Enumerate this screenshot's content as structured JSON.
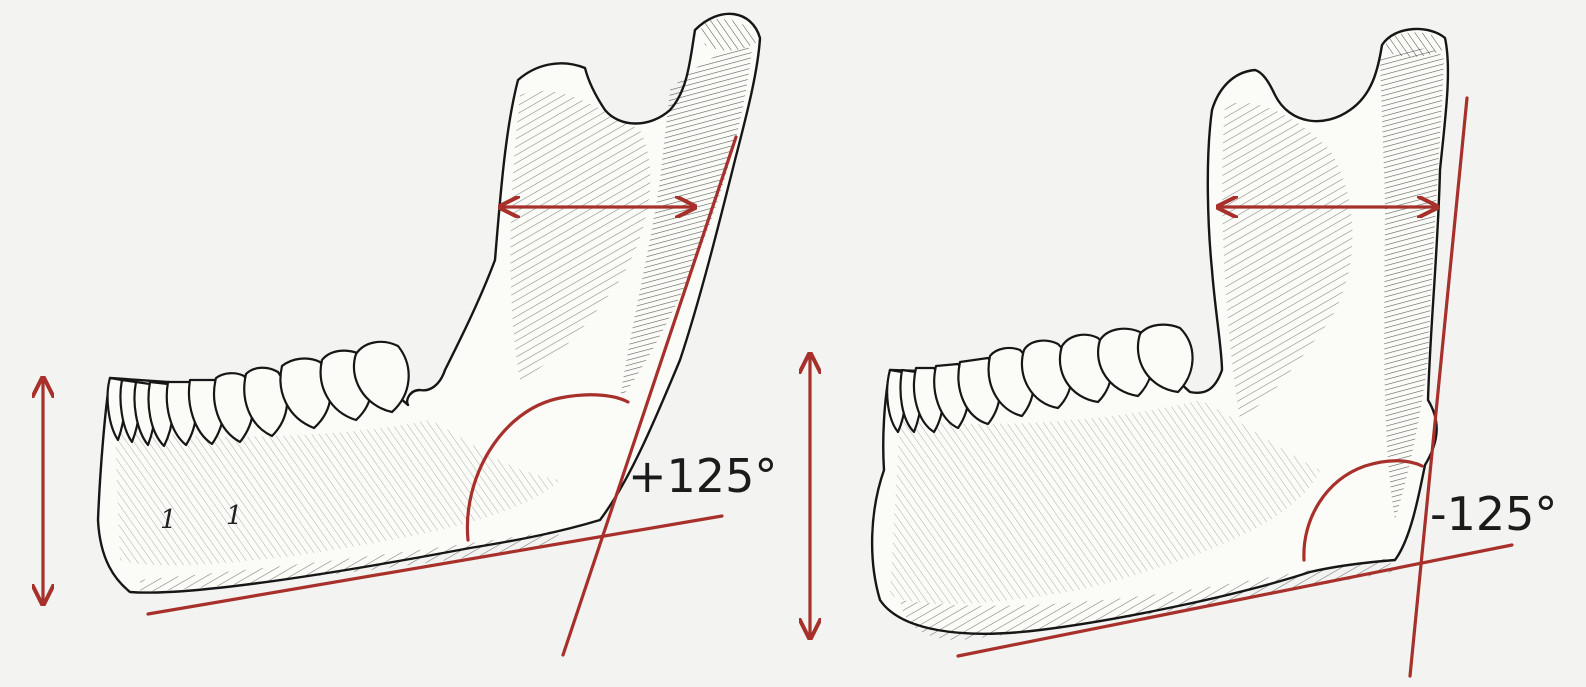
{
  "left_angle": "+125°",
  "right_angle": "-125°",
  "tooth_marks": [
    "1",
    "1"
  ],
  "colors": {
    "line": "#a7302b",
    "ink": "#161616",
    "background": "#f3f3f1"
  }
}
